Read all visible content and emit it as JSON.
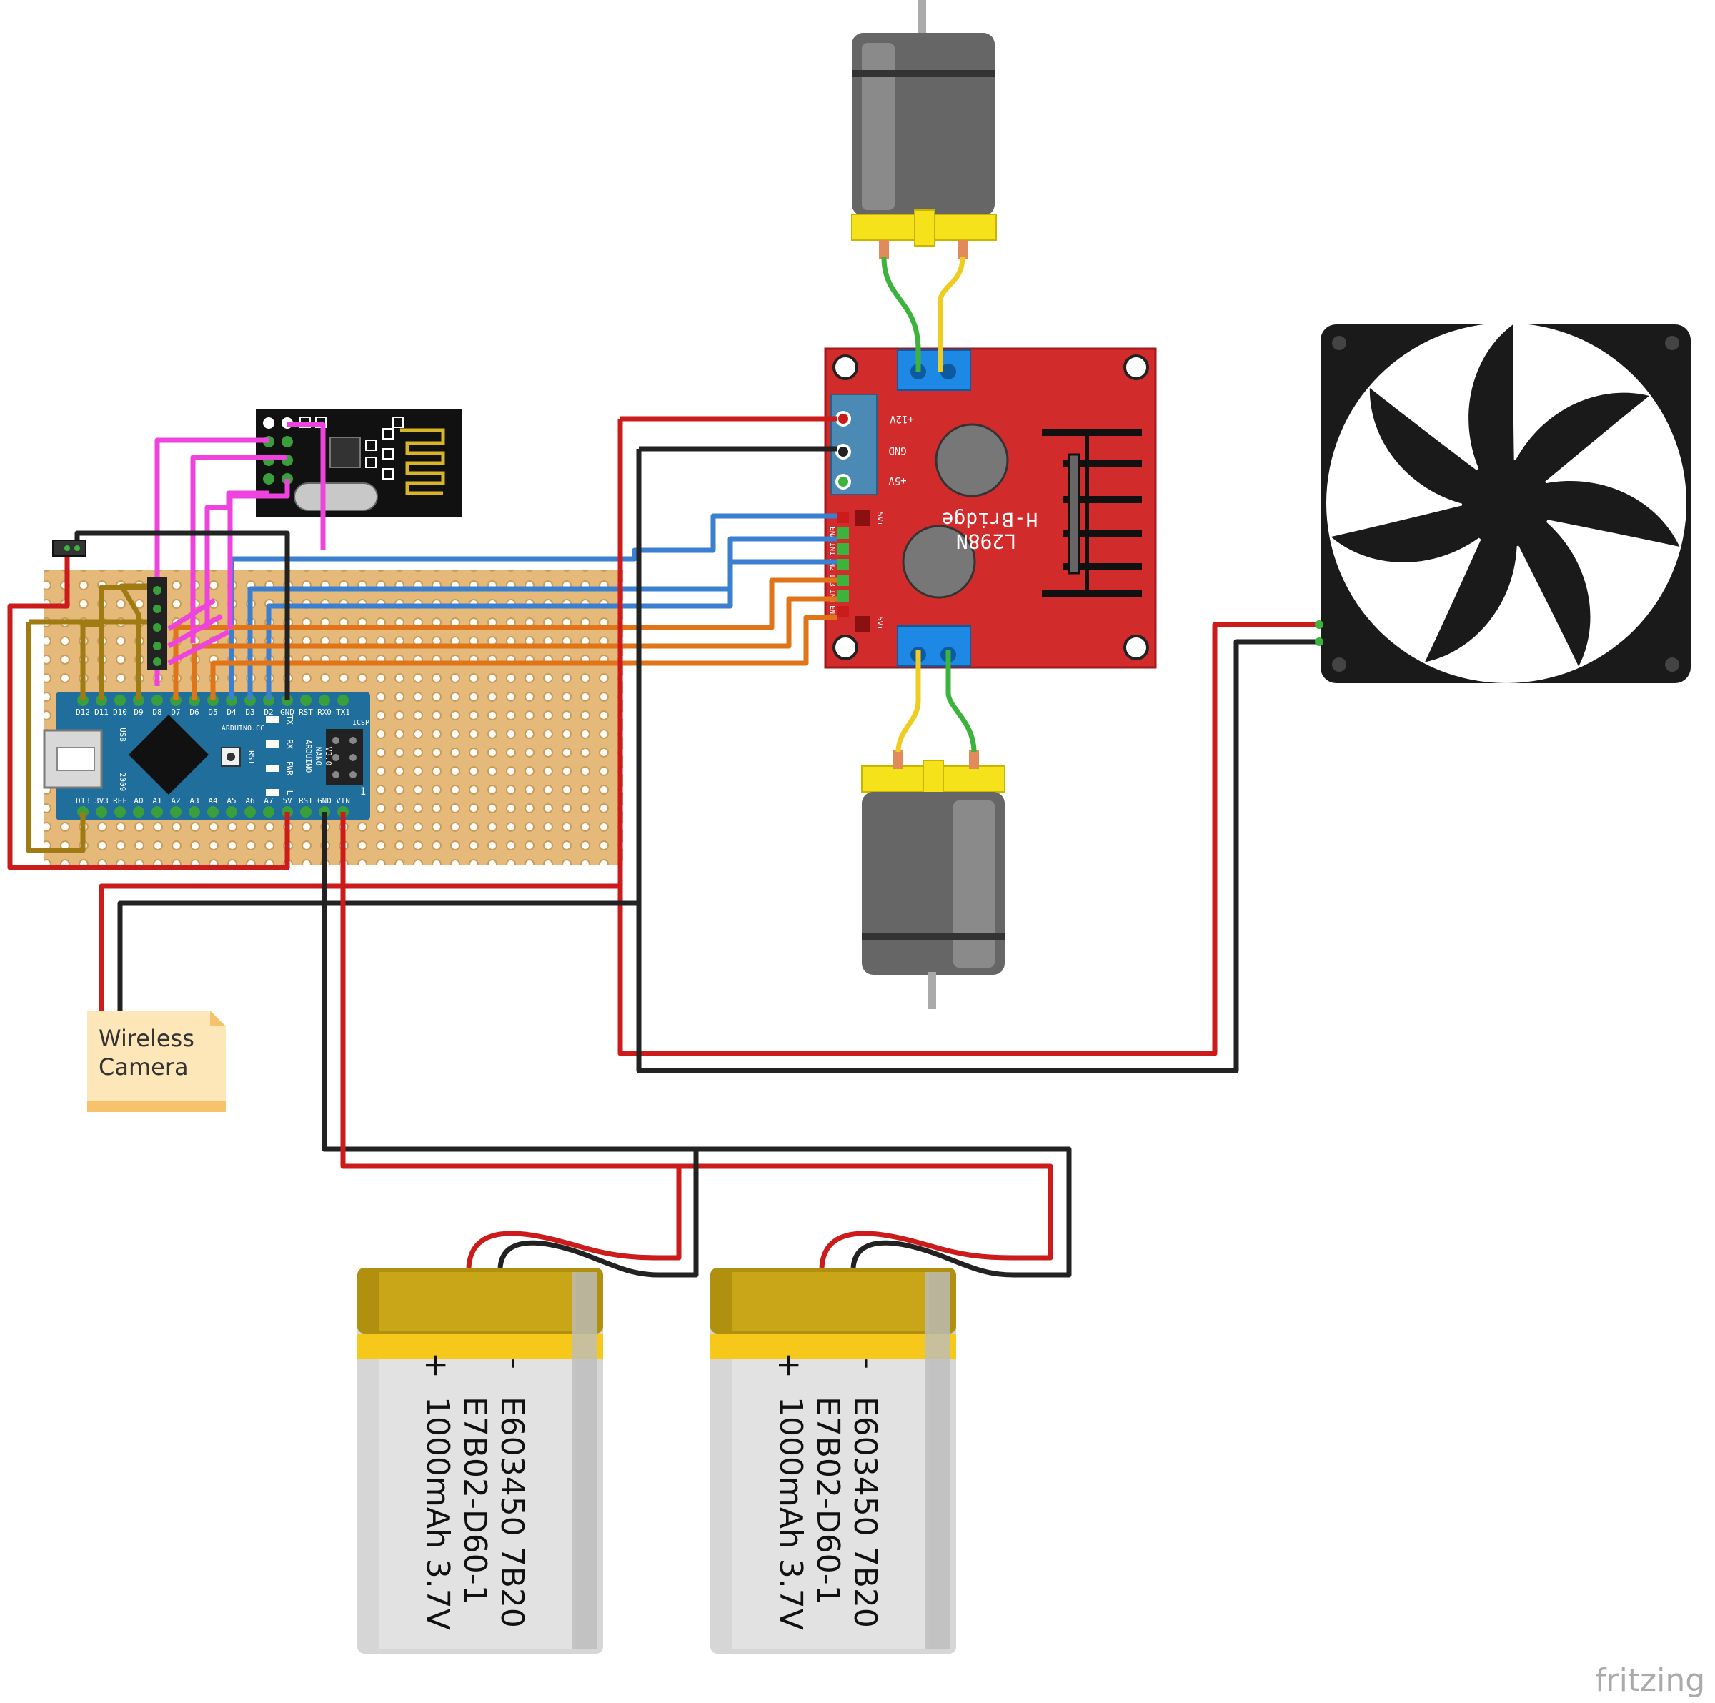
{
  "watermark": "fritzing",
  "camera_note": {
    "line1": "Wireless",
    "line2": "Camera"
  },
  "nano": {
    "top_pins": [
      "D12",
      "D11",
      "D10",
      "D9",
      "D8",
      "D7",
      "D6",
      "D5",
      "D4",
      "D3",
      "D2",
      "GND",
      "RST",
      "RX0",
      "TX1"
    ],
    "bottom_pins": [
      "D13",
      "3V3",
      "REF",
      "A0",
      "A1",
      "A2",
      "A3",
      "A4",
      "A5",
      "A6",
      "A7",
      "5V",
      "RST",
      "GND",
      "VIN"
    ],
    "brand": "ARDUINO.CC",
    "model_line1": "ARDUINO",
    "model_line2": "NANO",
    "model_line3": "V3.0",
    "usb": "USB",
    "year": "2009",
    "icsp": "ICSP",
    "rst": "RST",
    "led_tx": "TX",
    "led_rx": "RX",
    "led_pwr": "PWR",
    "led_l": "L",
    "one": "1"
  },
  "hbridge": {
    "title_line1": "L298N",
    "title_line2": "H-Bridge",
    "power_pins": [
      "+12V",
      "GND",
      "+5V"
    ],
    "ctrl_pins": [
      "ENA",
      "IN1",
      "IN2",
      "IN3",
      "IN4",
      "ENB"
    ],
    "jumper_label": "5V+"
  },
  "batteries": [
    {
      "minus": "-",
      "plus": "+",
      "line1": "E603450 7B20",
      "line2": "E7B02-D60-1",
      "line3": "1000mAh 3.7V"
    },
    {
      "minus": "-",
      "plus": "+",
      "line1": "E603450 7B20",
      "line2": "E7B02-D60-1",
      "line3": "1000mAh 3.7V"
    }
  ],
  "colors": {
    "red_wire": "#cc1b1b",
    "black_wire": "#222222",
    "blue_wire": "#3a7fd0",
    "orange_wire": "#e07418",
    "magenta_wire": "#ee44dd",
    "brown_wire": "#a07a12",
    "green_wire": "#3cb33c",
    "yellow_wire": "#f0cc20",
    "stripboard": "#e4b97a",
    "hbridge_board": "#d22b2b",
    "nano_board": "#1f6e9c",
    "motor_gray": "#666666",
    "motor_cap": "#f5e21b",
    "battery_gold": "#b18f0f",
    "battery_body": "#d6d6d6",
    "note_fill": "#fde6b8"
  }
}
